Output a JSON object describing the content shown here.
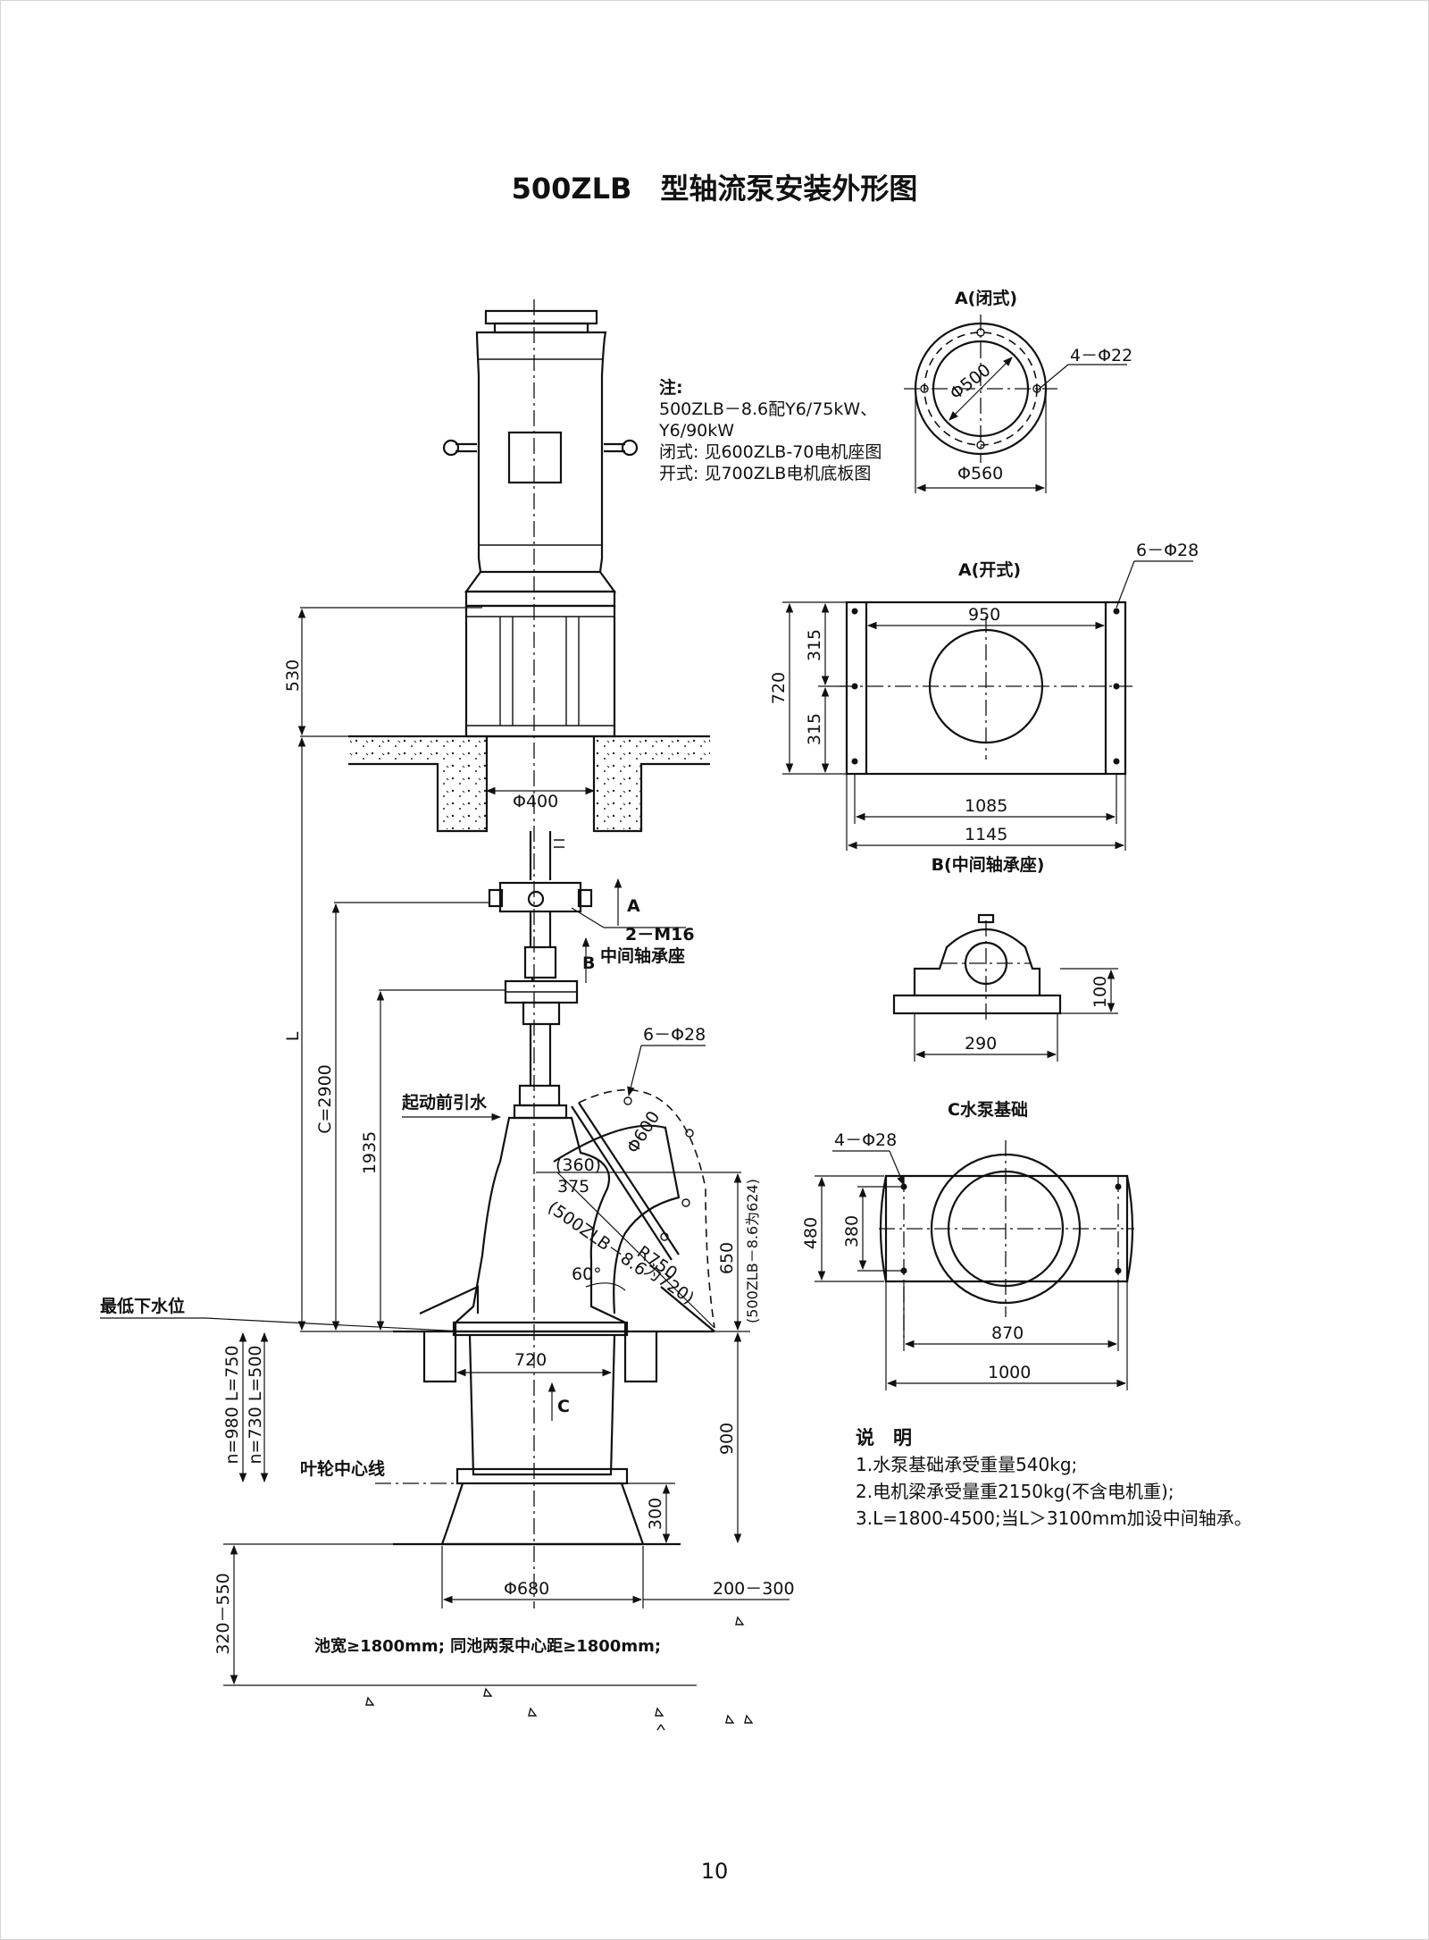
{
  "title": "500ZLB　型轴流泵安装外形图",
  "page_number": "10",
  "note": {
    "heading": "注:",
    "lines": [
      "500ZLB－8.6配Y6/75kW、",
      "Y6/90kW",
      "闭式:  见600ZLB-70电机座图",
      "开式:  见700ZLB电机底板图"
    ]
  },
  "explanation": {
    "heading": "说　明",
    "lines": [
      "1.水泵基础承受重量540kg;",
      "2.电机梁承受量重2150kg(不含电机重);",
      "3.L=1800-4500;当L＞3100mm加设中间轴承。"
    ]
  },
  "view_a_closed": {
    "label": "A(闭式)",
    "bolt": "4－Φ22",
    "inner_dia": "Φ500",
    "outer_dia": "Φ560"
  },
  "view_a_open": {
    "label": "A(开式)",
    "bolt": "6－Φ28",
    "w1": "950",
    "h_top": "315",
    "h_bot": "315",
    "h_total": "720",
    "w2": "1085",
    "w3": "1145"
  },
  "view_b": {
    "label": "B(中间轴承座)",
    "height": "100",
    "width": "290"
  },
  "view_c": {
    "label": "C水泵基础",
    "bolt": "4－Φ28",
    "h1": "480",
    "h2": "380",
    "w1": "870",
    "w2": "1000"
  },
  "main": {
    "dim_530": "530",
    "dim_phi400": "Φ400",
    "dim_L": "L",
    "dim_C": "C=2900",
    "dim_1935": "1935",
    "label_2m16": "2－M16",
    "label_bearing": "中间轴承座",
    "arrow_a": "A",
    "arrow_b": "B",
    "arrow_c": "C",
    "label_priming": "起动前引水",
    "bolt_6phi28": "6－Φ28",
    "phi600": "Φ600",
    "d360": "(360)",
    "d375": "375",
    "d500zlb_a": "(500ZLB－8.6",
    "d500zlb_b": "为720)",
    "r750": "R750",
    "angle": "60°",
    "d650": "650",
    "d624": "(500ZLB－8.6为624)",
    "label_low_water": "最低下水位",
    "n980": "n=980  L=750",
    "n730": "n=730  L=500",
    "d720": "720",
    "d900": "900",
    "label_impeller": "叶轮中心线",
    "d300": "300",
    "d320": "320－550",
    "phi680": "Φ680",
    "d200": "200－300",
    "pool_note": "池宽≥1800mm; 同池两泵中心距≥1800mm;"
  }
}
